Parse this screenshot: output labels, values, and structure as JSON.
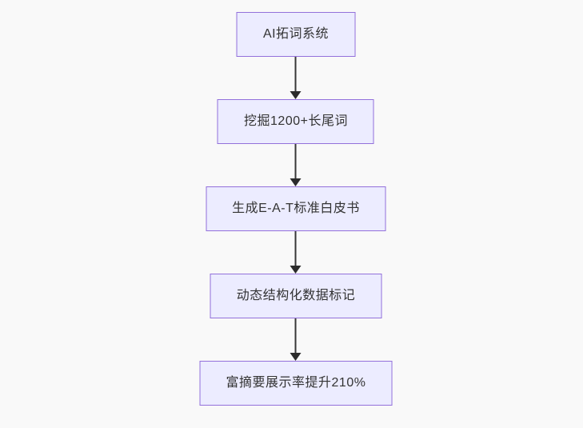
{
  "flowchart": {
    "direction": "top-down",
    "nodes": [
      {
        "label": "AI拓词系统"
      },
      {
        "label": "挖掘1200+长尾词"
      },
      {
        "label": "生成E-A-T标准白皮书"
      },
      {
        "label": "动态结构化数据标记"
      },
      {
        "label": "富摘要展示率提升210%"
      }
    ],
    "edges": [
      {
        "from": 0,
        "to": 1
      },
      {
        "from": 1,
        "to": 2
      },
      {
        "from": 2,
        "to": 3
      },
      {
        "from": 3,
        "to": 4
      }
    ],
    "colors": {
      "node_fill": "#ECECFF",
      "node_border": "#9370DB",
      "edge_line": "#333333",
      "text": "#333333",
      "background": "#f9f9f9"
    }
  }
}
